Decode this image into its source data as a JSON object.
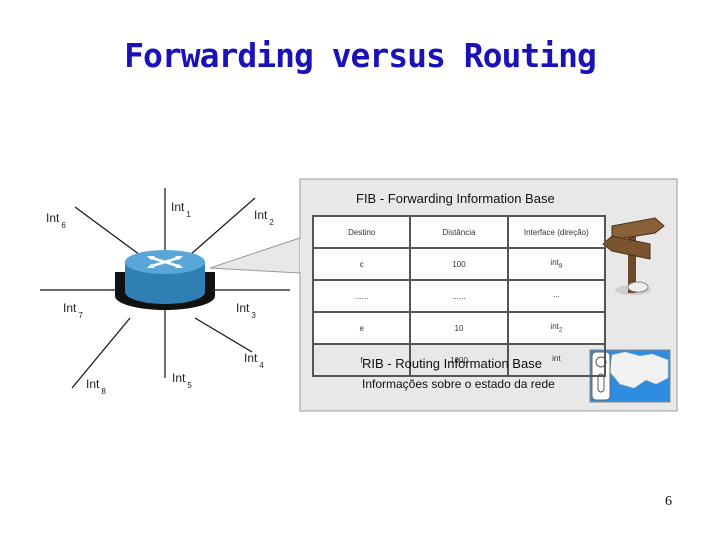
{
  "slide": {
    "title": "Forwarding versus Routing",
    "page_number": "6"
  },
  "interfaces": [
    {
      "id": "int1",
      "label": "Int",
      "sub": "1"
    },
    {
      "id": "int2",
      "label": "Int",
      "sub": "2"
    },
    {
      "id": "int3",
      "label": "Int",
      "sub": "3"
    },
    {
      "id": "int4",
      "label": "Int",
      "sub": "4"
    },
    {
      "id": "int5",
      "label": "Int",
      "sub": "5"
    },
    {
      "id": "int6",
      "label": "Int",
      "sub": "6"
    },
    {
      "id": "int7",
      "label": "Int",
      "sub": "7"
    },
    {
      "id": "int8",
      "label": "Int",
      "sub": "8"
    }
  ],
  "fib": {
    "title": "FIB - Forwarding Information Base",
    "headers": [
      "Destino",
      "Distância",
      "Interface (direção)"
    ],
    "rows": [
      {
        "dest": "c",
        "dist": "100",
        "iface": "int",
        "iface_sub": "8"
      },
      {
        "dest": "......",
        "dist": "......",
        "iface": "...",
        "iface_sub": ""
      },
      {
        "dest": "e",
        "dist": "10",
        "iface": "int",
        "iface_sub": "2"
      },
      {
        "dest": "f",
        "dist": "1000",
        "iface": "int",
        "iface_sub": ""
      }
    ]
  },
  "rib": {
    "title": "RIB - Routing Information Base",
    "description": "Informações sobre o estado da rede"
  },
  "icons": {
    "router": "router-icon",
    "signpost": "signpost-icon",
    "map": "map-icon"
  },
  "colors": {
    "title": "#1a12b8",
    "router_top": "#3d8cc4",
    "router_body": "#2f7fb5"
  }
}
